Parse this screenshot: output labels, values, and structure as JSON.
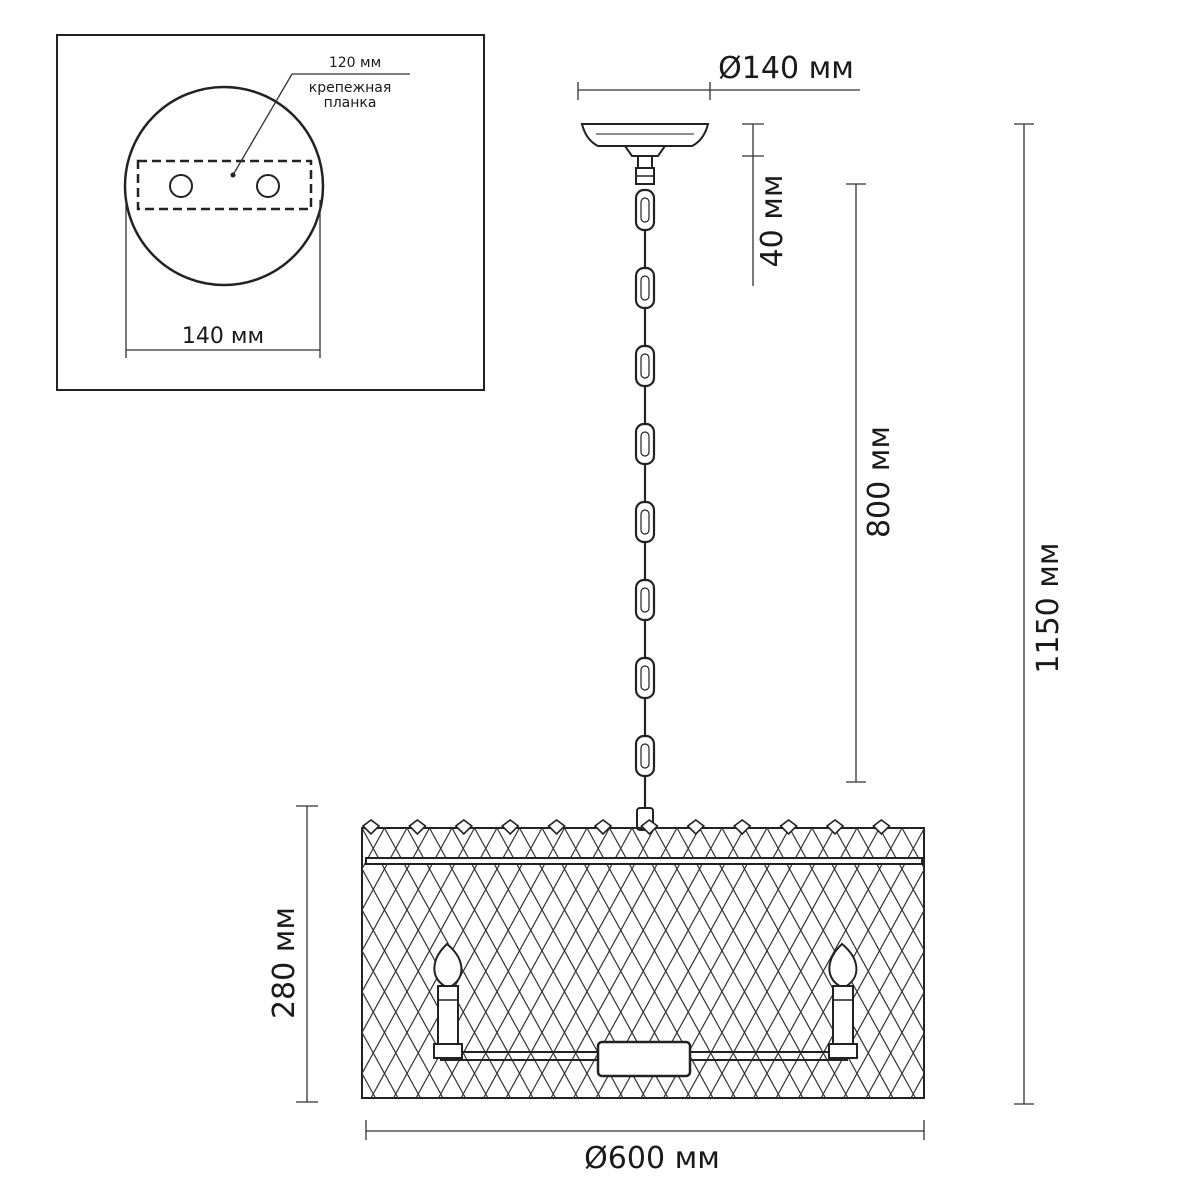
{
  "inset": {
    "plate_width_label": "120 мм",
    "plate_name_line1": "крепежная",
    "plate_name_line2": "планка",
    "canopy_width_label": "140 мм"
  },
  "dimensions": {
    "canopy_diameter": "Ø140 мм",
    "canopy_height": "40 мм",
    "chain_length": "800 мм",
    "total_height": "1150 мм",
    "shade_height": "280 мм",
    "shade_diameter": "Ø600 мм"
  },
  "icons": {
    "canopy": "ceiling-canopy-icon",
    "chain": "chain-icon",
    "shade": "lattice-shade-icon",
    "candle": "candle-bulb-icon"
  }
}
